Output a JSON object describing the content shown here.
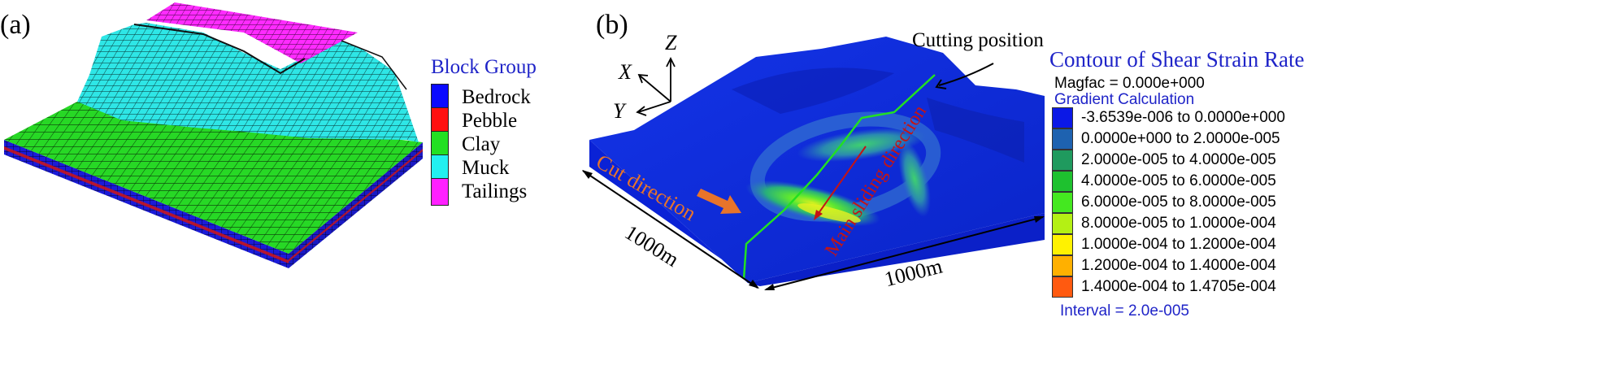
{
  "panel_a": {
    "label": "(a)",
    "legend": {
      "title": "Block Group",
      "items": [
        {
          "label": "Bedrock",
          "color": "#0a0aff"
        },
        {
          "label": "Pebble",
          "color": "#ff1010"
        },
        {
          "label": "Clay",
          "color": "#22e022"
        },
        {
          "label": "Muck",
          "color": "#22f0f0"
        },
        {
          "label": "Tailings",
          "color": "#ff20ff"
        }
      ]
    }
  },
  "panel_b": {
    "label": "(b)",
    "axes": {
      "z": "Z",
      "x": "X",
      "y": "Y"
    },
    "cutting_position": "Cutting position",
    "cut_direction": "Cut direction",
    "main_sliding_direction": "Main sliding direction",
    "dim_left": "1000m",
    "dim_bottom": "1000m",
    "contour": {
      "title": "Contour of Shear Strain Rate",
      "magfac": "Magfac =  0.000e+000",
      "subtitle": "Gradient Calculation",
      "interval": "Interval =  2.0e-005",
      "rows": [
        {
          "label": "-3.6539e-006 to  0.0000e+000",
          "color": "#0b18e6"
        },
        {
          "label": "0.0000e+000 to  2.0000e-005",
          "color": "#1e62b0"
        },
        {
          "label": "2.0000e-005 to  4.0000e-005",
          "color": "#1f9a5e"
        },
        {
          "label": "4.0000e-005 to  6.0000e-005",
          "color": "#1ec12f"
        },
        {
          "label": "6.0000e-005 to  8.0000e-005",
          "color": "#44e820"
        },
        {
          "label": "8.0000e-005 to  1.0000e-004",
          "color": "#b4f014"
        },
        {
          "label": "1.0000e-004 to  1.2000e-004",
          "color": "#fff200"
        },
        {
          "label": "1.2000e-004 to  1.4000e-004",
          "color": "#ffb000"
        },
        {
          "label": "1.4000e-004 to  1.4705e-004",
          "color": "#ff5a10"
        }
      ]
    }
  }
}
